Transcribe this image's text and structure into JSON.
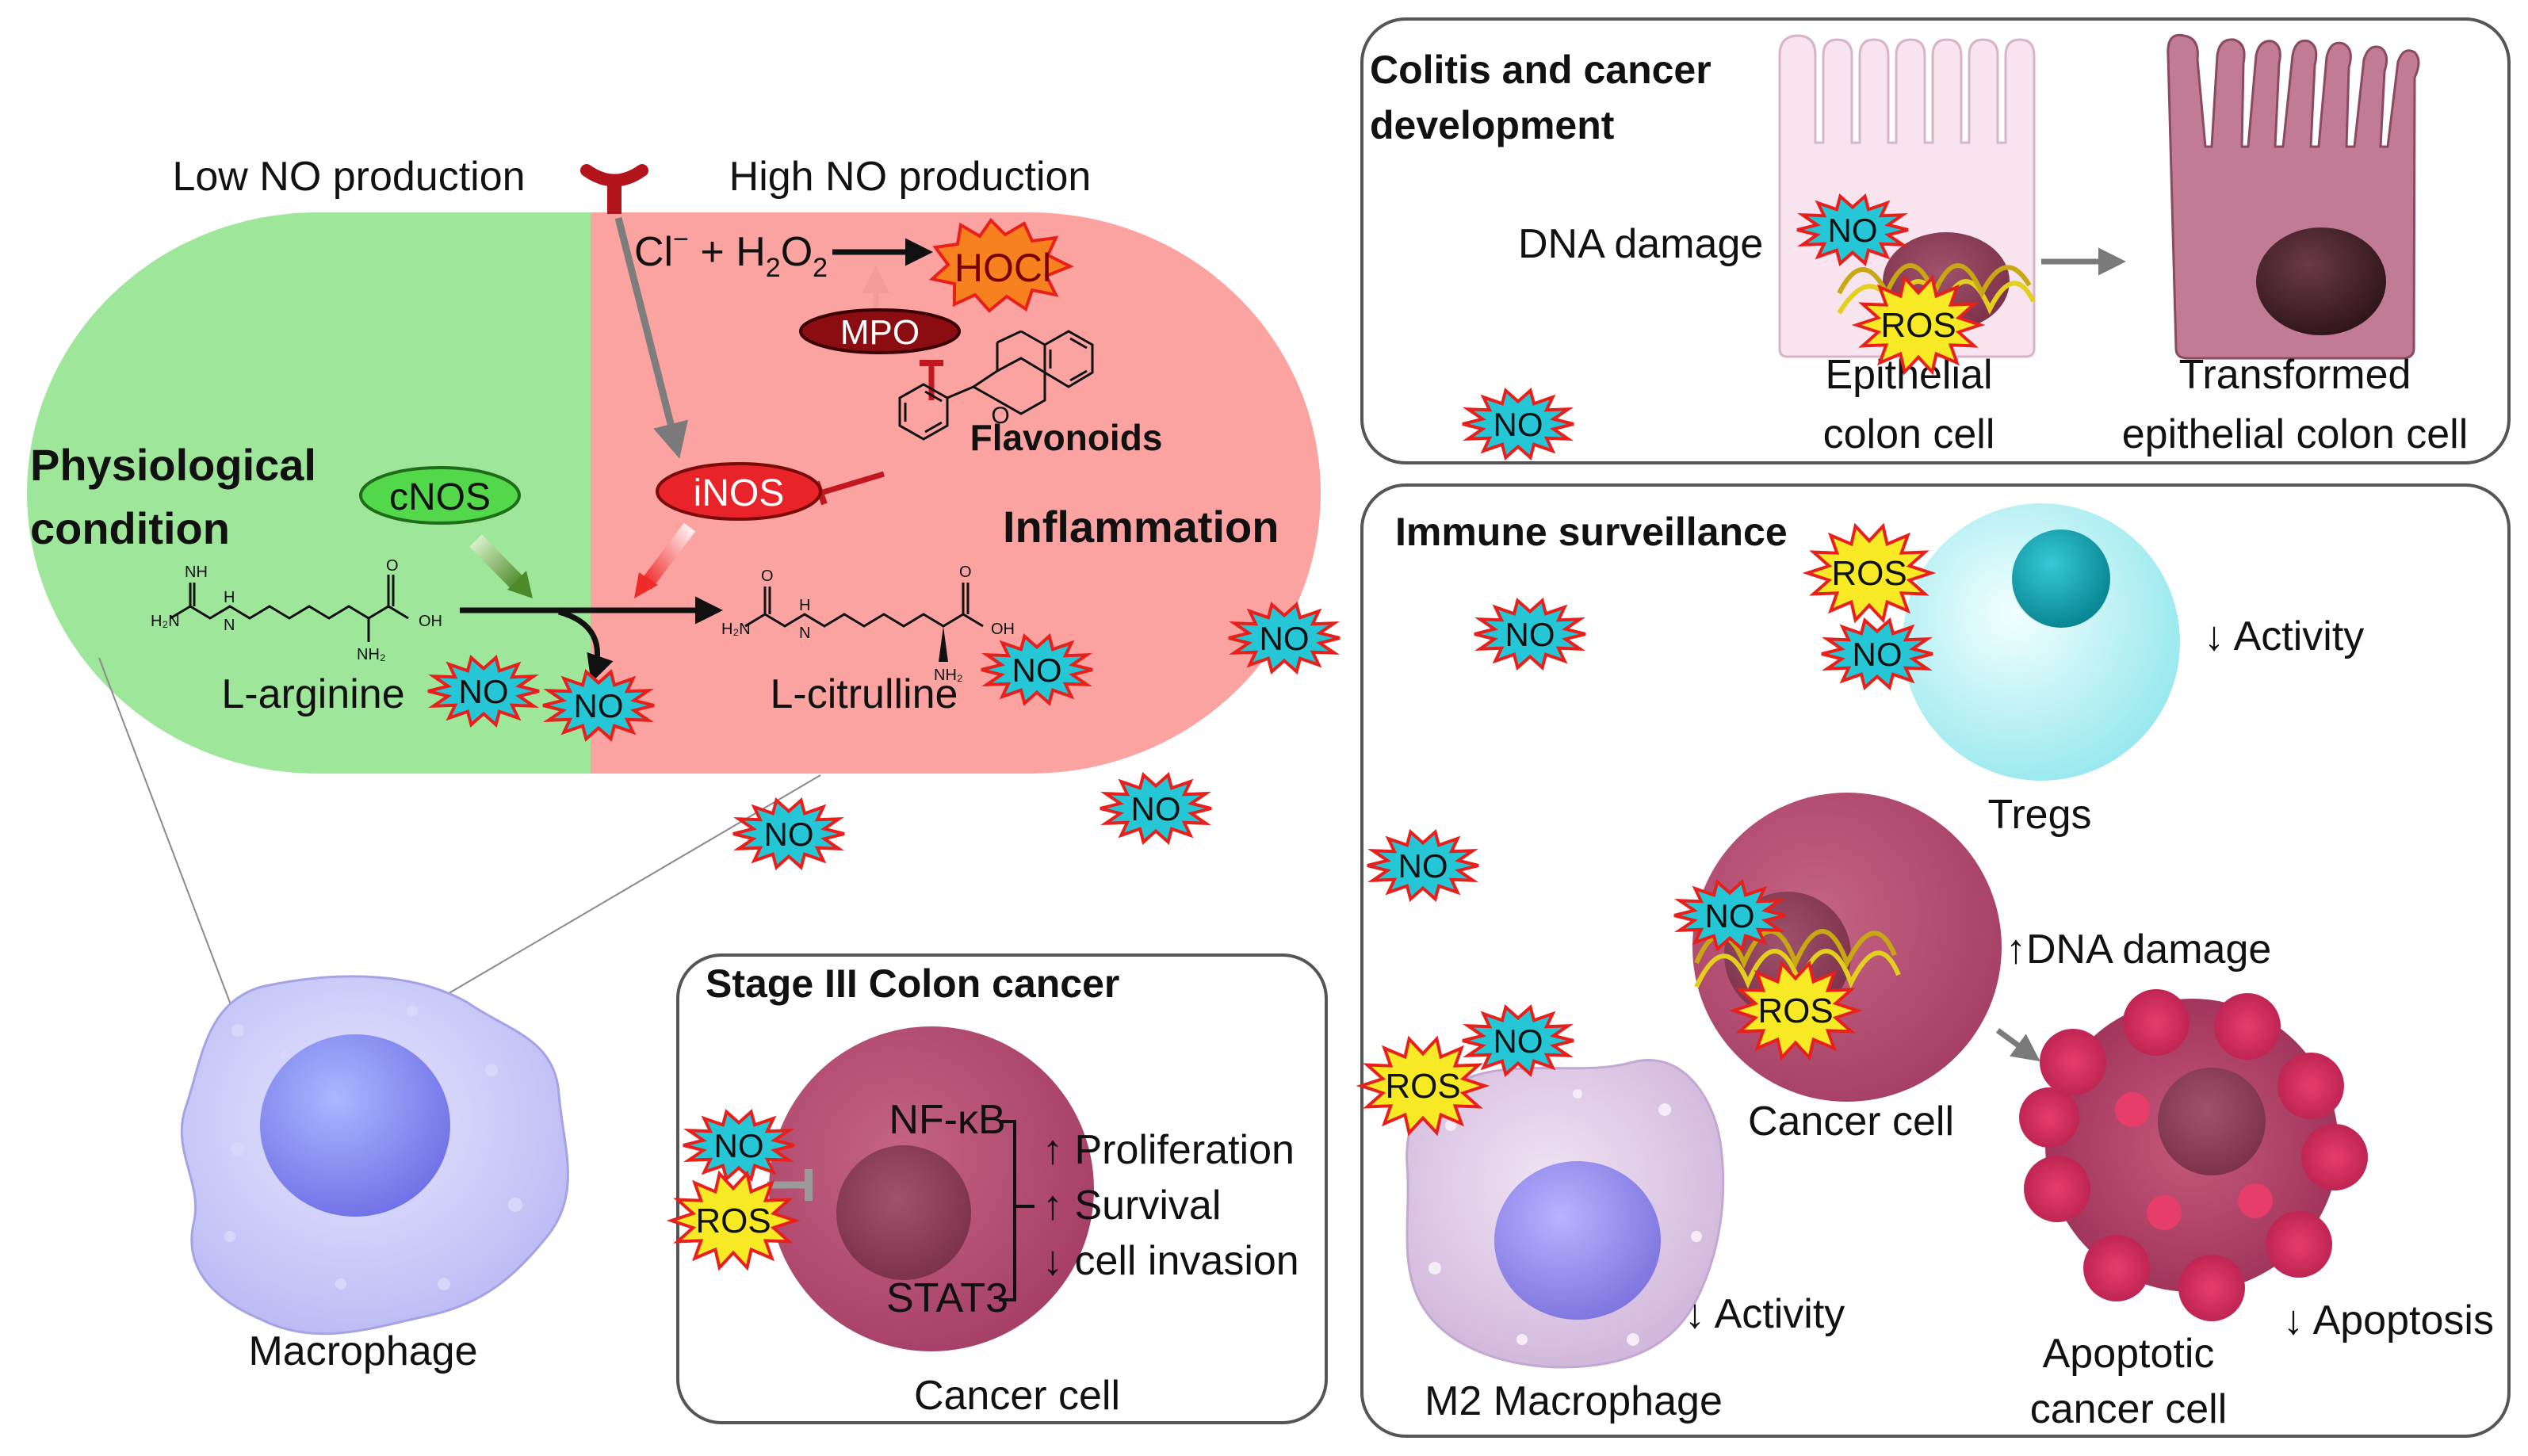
{
  "left": {
    "low_no": "Low NO production",
    "high_no": "High NO production",
    "physiological_1": "Physiological",
    "physiological_2": "condition",
    "inflammation": "Inflammation",
    "cnos": "cNOS",
    "inos": "iNOS",
    "mpo": "MPO",
    "hocl": "HOCl",
    "reaction_cl": "Cl",
    "reaction_cl_sup": "−",
    "reaction_plus": " + H",
    "reaction_sub": "2",
    "reaction_o": "O",
    "reaction_sub2": "2",
    "flavonoids": "Flavonoids",
    "l_arginine": "L-arginine",
    "l_citrulline": "L-citrulline",
    "chem_h2n_1": "H₂N",
    "chem_nh": "NH",
    "chem_h": "H",
    "chem_n": "N",
    "chem_o": "O",
    "chem_oh": "OH",
    "chem_nh2": "NH₂",
    "chem_o_ring": "O",
    "macrophage": "Macrophage"
  },
  "badges": {
    "no": "NO",
    "ros": "ROS"
  },
  "colitis": {
    "title_1": "Colitis and cancer",
    "title_2": "development",
    "dna_damage": "DNA damage",
    "epithelial_1": "Epithelial",
    "epithelial_2": "colon cell",
    "transformed_1": "Transformed",
    "transformed_2": "epithelial colon cell"
  },
  "stage3": {
    "title": "Stage III Colon cancer",
    "nfkb": "NF-κB",
    "stat3": "STAT3",
    "proliferation": "↑ Proliferation",
    "survival": "↑ Survival",
    "invasion": "↓ cell invasion",
    "cancer_cell": "Cancer cell"
  },
  "immune": {
    "title": "Immune surveillance",
    "tregs": "Tregs",
    "activity_tregs": "↓ Activity",
    "dna_damage_up": "↑DNA damage",
    "cancer_cell": "Cancer cell",
    "m2": "M2 Macrophage",
    "activity_m2": "↓ Activity",
    "apoptotic_1": "Apoptotic",
    "apoptotic_2": "cancer cell",
    "apoptosis": "↓ Apoptosis"
  },
  "colors": {
    "green": "#9ee79a",
    "red": "#fba3a1",
    "inhibitor": "#c0181e",
    "no_badge": "#25c7d6",
    "ros_badge": "#f7ea24",
    "burst_outline": "#e8201c"
  }
}
